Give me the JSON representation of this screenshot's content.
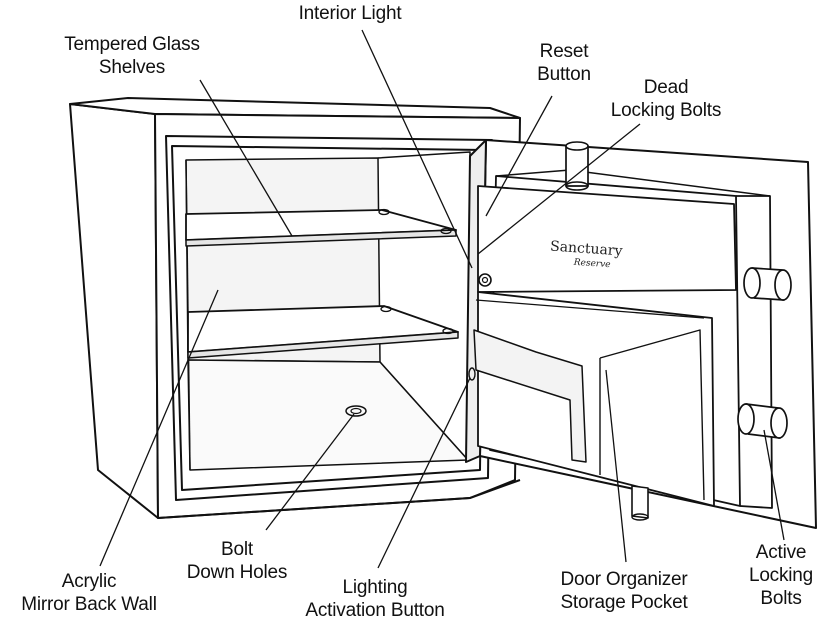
{
  "labels": {
    "interior_light": [
      "Interior Light"
    ],
    "tempered_glass": [
      "Tempered Glass",
      "Shelves"
    ],
    "reset_button": [
      "Reset",
      "Button"
    ],
    "dead_bolts": [
      "Dead",
      "Locking Bolts"
    ],
    "bolt_down_holes": [
      "Bolt",
      "Down Holes"
    ],
    "acrylic_mirror": [
      "Acrylic",
      "Mirror Back Wall"
    ],
    "lighting_activation": [
      "Lighting",
      "Activation Button"
    ],
    "door_organizer": [
      "Door Organizer",
      "Storage Pocket"
    ],
    "active_bolts": [
      "Active",
      "Locking",
      "Bolts"
    ]
  },
  "brand": {
    "name": "Sanctuary",
    "sub": "Reserve"
  },
  "colors": {
    "line": "#111111",
    "fill": "#ffffff",
    "shade": "#e9e9e9"
  }
}
